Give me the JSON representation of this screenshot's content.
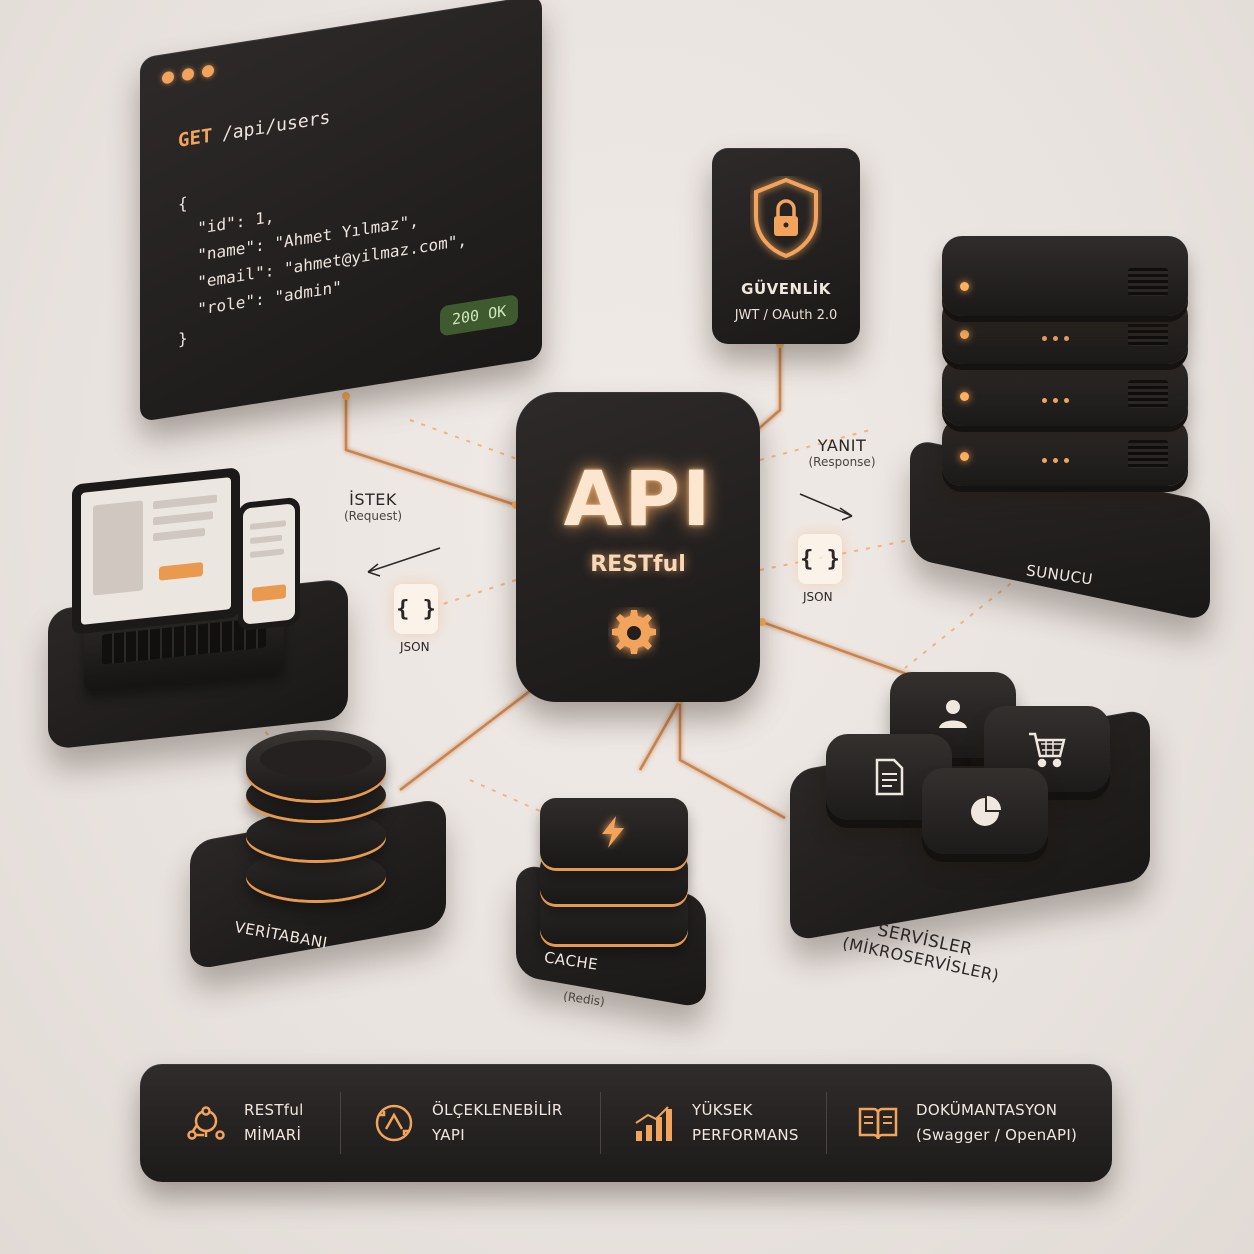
{
  "colors": {
    "accent": "#f2a35c",
    "dark": "#1d1b1a",
    "background": "#ece6e2",
    "status_green": "#3e5a2e"
  },
  "code_window": {
    "method": "GET",
    "path": "/api/users",
    "lines": [
      "{",
      "  \"id\": 1,",
      "  \"name\": \"Ahmet Yılmaz\",",
      "  \"email\": \"ahmet@yilmaz.com\",",
      "  \"role\": \"admin\"",
      "}"
    ],
    "status": "200 OK"
  },
  "security": {
    "title": "GÜVENLİK",
    "subtitle": "JWT / OAuth 2.0",
    "icon": "shield-lock-icon"
  },
  "api": {
    "title": "API",
    "subtitle": "RESTful",
    "icon": "gear-icon"
  },
  "request": {
    "label": "İSTEK",
    "sublabel": "(Request)",
    "payload": "{ }",
    "payload_label": "JSON"
  },
  "response": {
    "label": "YANIT",
    "sublabel": "(Response)",
    "payload": "{ }",
    "payload_label": "JSON"
  },
  "server": {
    "label": "SUNUCU"
  },
  "database": {
    "label": "VERİTABANI"
  },
  "cache": {
    "label": "CACHE",
    "sublabel": "(Redis)",
    "icon": "lightning-icon"
  },
  "services": {
    "label": "SERVİSLER",
    "sublabel": "(MİKROSERVİSLER)",
    "tiles": [
      "user-icon",
      "cart-icon",
      "document-icon",
      "pie-chart-icon"
    ]
  },
  "features": [
    {
      "line1": "RESTful",
      "line2": "MİMARİ",
      "icon": "restful-architecture-icon"
    },
    {
      "line1": "ÖLÇEKLENEBİLİR",
      "line2": "YAPI",
      "icon": "scalable-icon"
    },
    {
      "line1": "YÜKSEK",
      "line2": "PERFORMANS",
      "icon": "bar-chart-icon"
    },
    {
      "line1": "DOKÜMANTASYON",
      "line2": "(Swagger / OpenAPI)",
      "icon": "book-icon"
    }
  ]
}
